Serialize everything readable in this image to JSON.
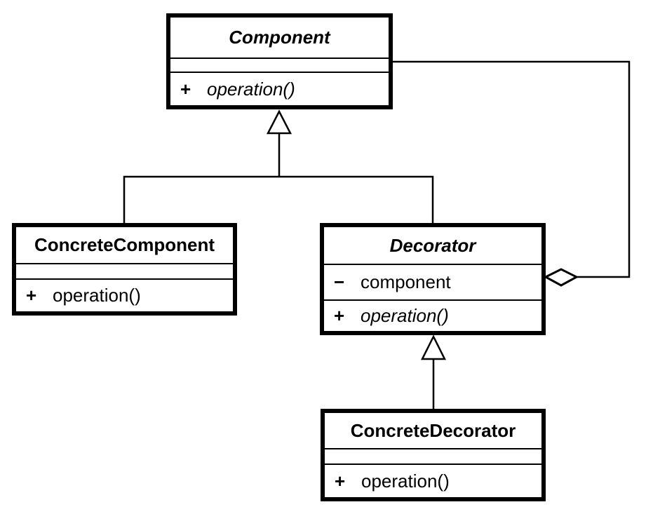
{
  "classes": {
    "component": {
      "name": "Component",
      "abstract": true,
      "attributes": [],
      "operations": [
        {
          "sign": "+",
          "label": "operation()",
          "abstract": true
        }
      ]
    },
    "concrete_component": {
      "name": "ConcreteComponent",
      "abstract": false,
      "attributes": [],
      "operations": [
        {
          "sign": "+",
          "label": "operation()",
          "abstract": false
        }
      ]
    },
    "decorator": {
      "name": "Decorator",
      "abstract": true,
      "attributes": [
        {
          "sign": "−",
          "label": "component"
        }
      ],
      "operations": [
        {
          "sign": "+",
          "label": "operation()",
          "abstract": true
        }
      ]
    },
    "concrete_decorator": {
      "name": "ConcreteDecorator",
      "abstract": false,
      "attributes": [],
      "operations": [
        {
          "sign": "+",
          "label": "operation()",
          "abstract": false
        }
      ]
    }
  },
  "relations": [
    {
      "type": "generalization",
      "from": "ConcreteComponent",
      "to": "Component"
    },
    {
      "type": "generalization",
      "from": "Decorator",
      "to": "Component"
    },
    {
      "type": "generalization",
      "from": "ConcreteDecorator",
      "to": "Decorator"
    },
    {
      "type": "aggregation",
      "whole": "Decorator",
      "part": "Component"
    }
  ],
  "colors": {
    "line": "#000000",
    "box_fill": "#ffffff",
    "background": "#ffffff"
  }
}
